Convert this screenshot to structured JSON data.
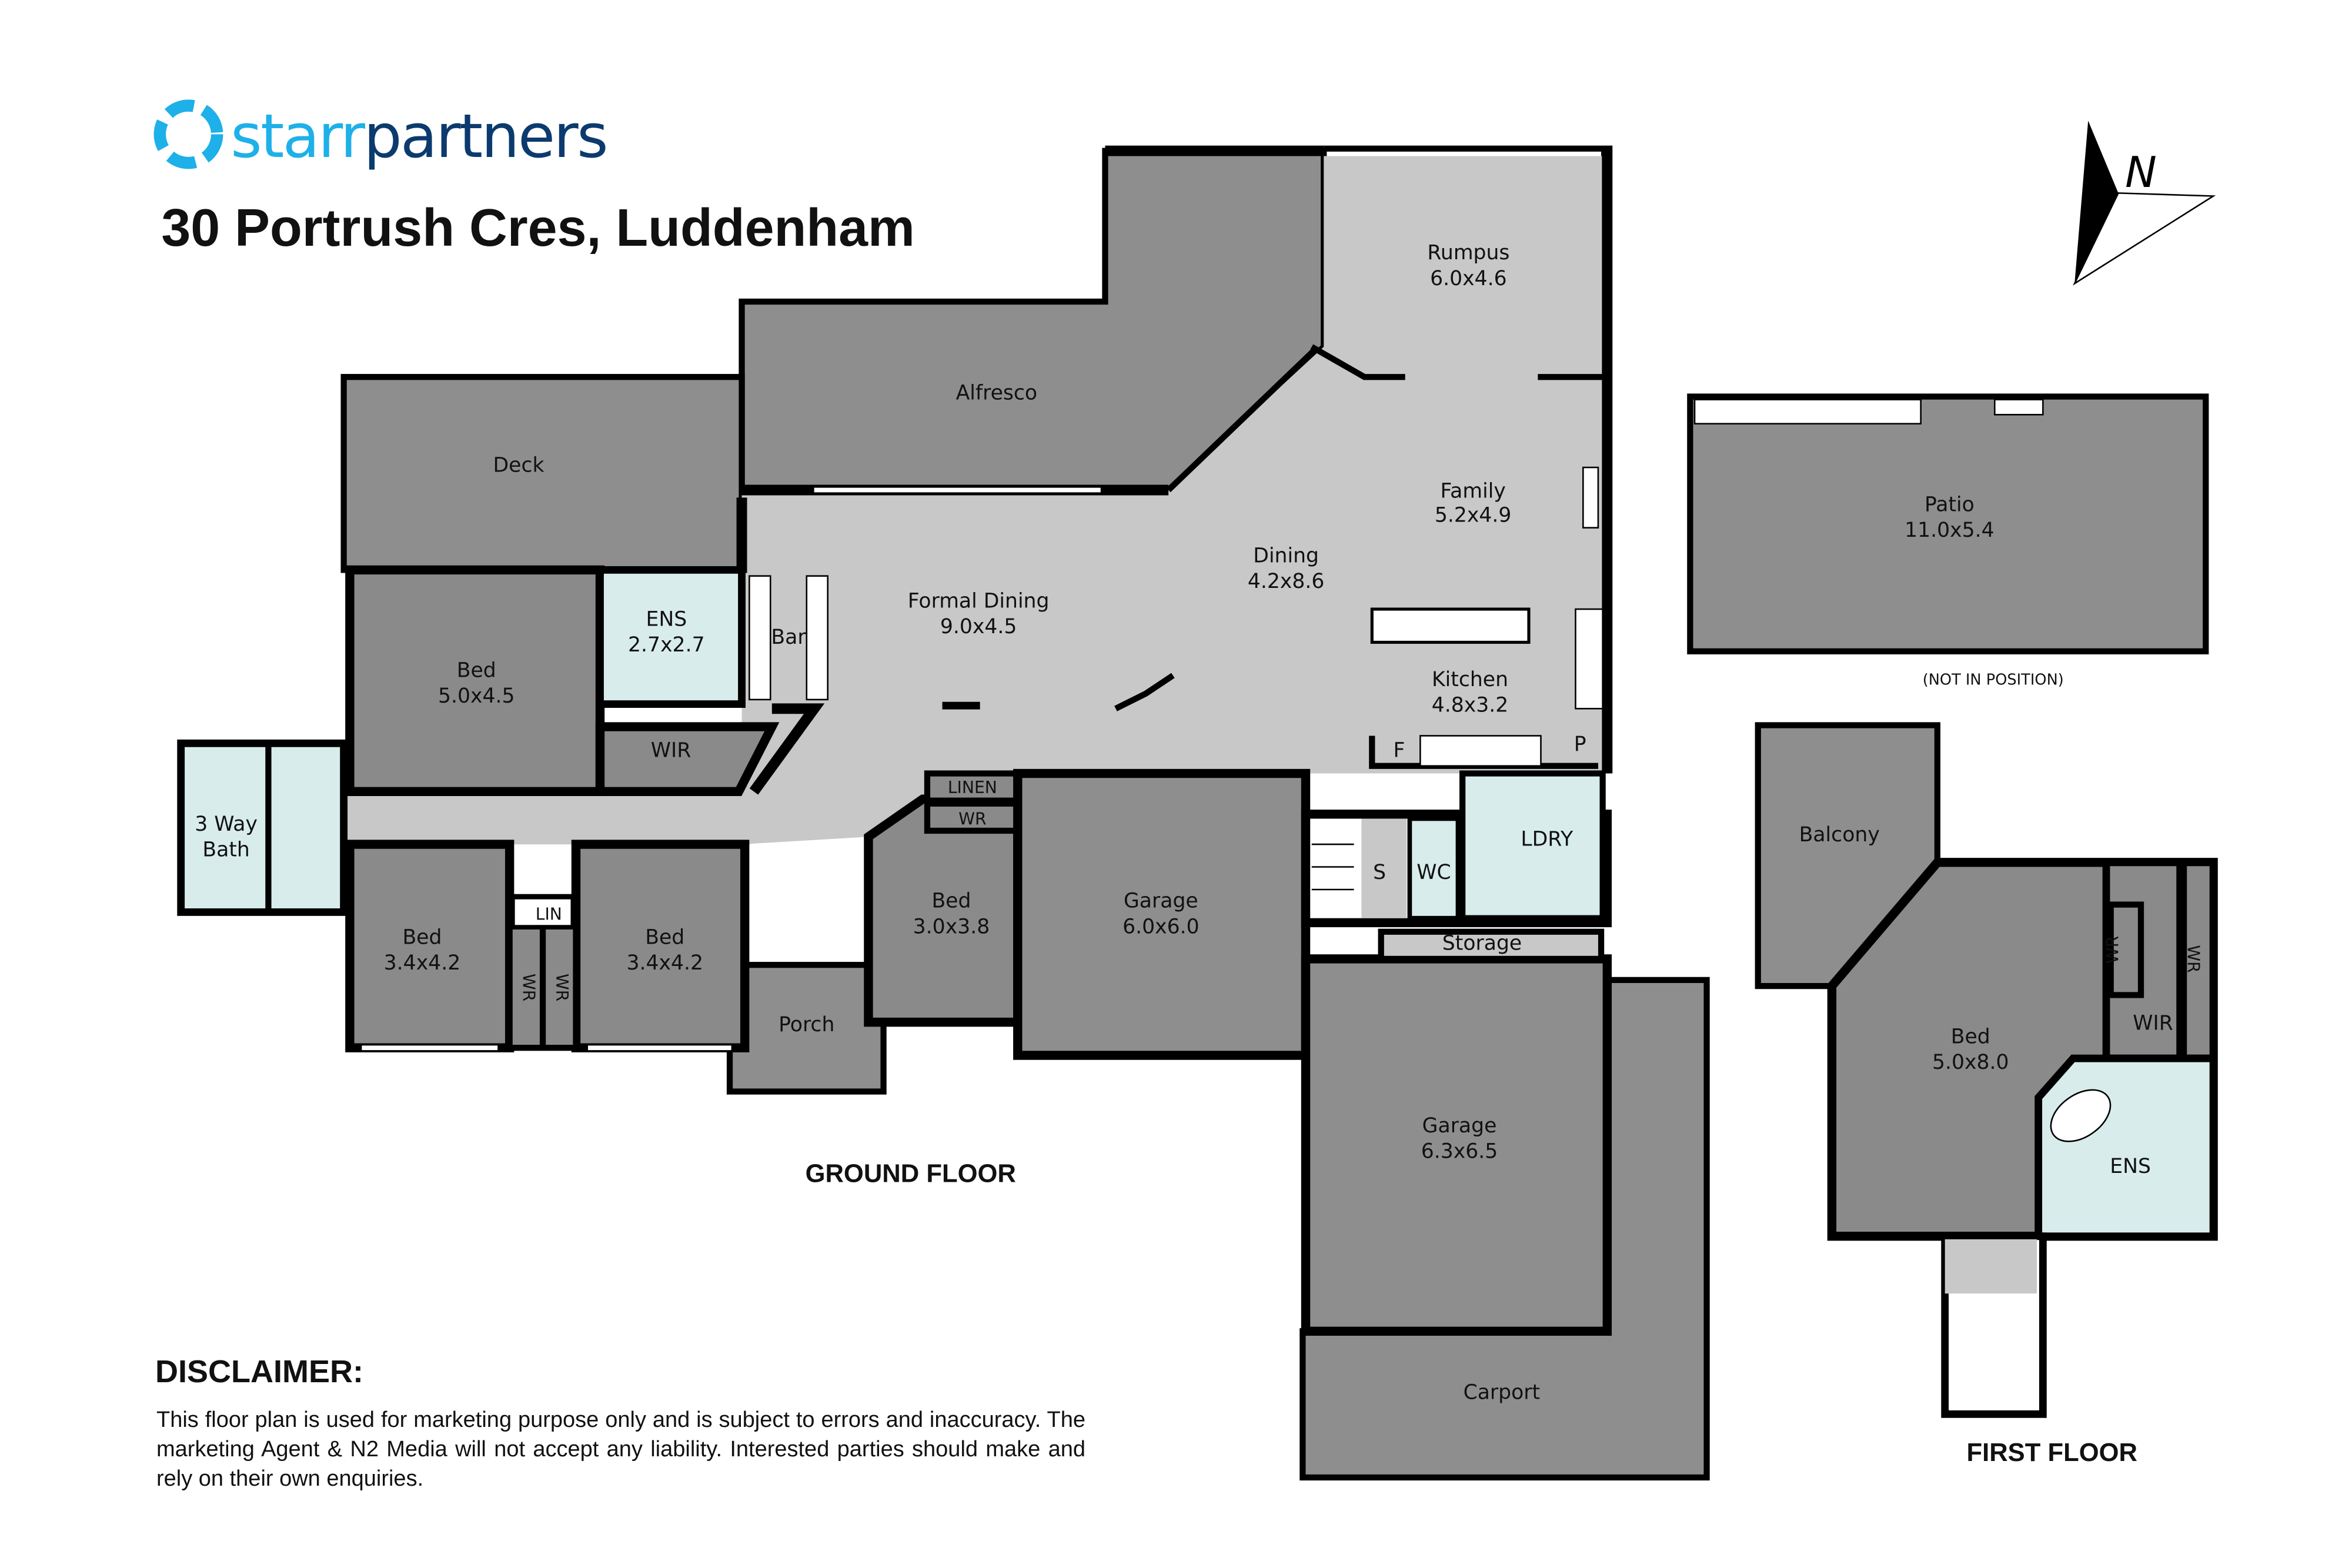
{
  "brand": {
    "name_part1": "starr",
    "name_part2": "partners",
    "accent": "#1eb0e8",
    "dark": "#0b3a6e"
  },
  "address": "30 Portrush Cres, Luddenham",
  "compass": {
    "label": "N"
  },
  "ground_floor": {
    "title": "GROUND FLOOR",
    "rooms": {
      "rumpus": {
        "name": "Rumpus",
        "size": "6.0x4.6"
      },
      "alfresco": {
        "name": "Alfresco"
      },
      "deck": {
        "name": "Deck"
      },
      "family": {
        "name": "Family",
        "size": "5.2x4.9"
      },
      "dining": {
        "name": "Dining",
        "size": "4.2x8.6"
      },
      "formal_dining": {
        "name": "Formal Dining",
        "size": "9.0x4.5"
      },
      "bar": {
        "name": "Bar"
      },
      "ens": {
        "name": "ENS",
        "size": "2.7x2.7"
      },
      "bed_main": {
        "name": "Bed",
        "size": "5.0x4.5"
      },
      "wir": {
        "name": "WIR"
      },
      "bath": {
        "name": "3 Way",
        "name2": "Bath"
      },
      "kitchen": {
        "name": "Kitchen",
        "size": "4.8x3.2"
      },
      "fridge": {
        "name": "F"
      },
      "pantry": {
        "name": "P"
      },
      "linen": {
        "name": "LINEN"
      },
      "wr_hall": {
        "name": "WR"
      },
      "bed_2": {
        "name": "Bed",
        "size": "3.4x4.2"
      },
      "bed_3": {
        "name": "Bed",
        "size": "3.4x4.2"
      },
      "lin": {
        "name": "LIN"
      },
      "wr_a": {
        "name": "WR"
      },
      "wr_b": {
        "name": "WR"
      },
      "bed_4": {
        "name": "Bed",
        "size": "3.0x3.8"
      },
      "porch": {
        "name": "Porch"
      },
      "garage_1": {
        "name": "Garage",
        "size": "6.0x6.0"
      },
      "s": {
        "name": "S"
      },
      "wc": {
        "name": "WC"
      },
      "laundry": {
        "name": "LDRY"
      },
      "storage": {
        "name": "Storage"
      },
      "garage_2": {
        "name": "Garage",
        "size": "6.3x6.5"
      },
      "carport": {
        "name": "Carport"
      }
    }
  },
  "patio": {
    "name": "Patio",
    "size": "11.0x5.4",
    "note": "(NOT IN POSITION)"
  },
  "first_floor": {
    "title": "FIRST  FLOOR",
    "rooms": {
      "balcony": {
        "name": "Balcony"
      },
      "bed": {
        "name": "Bed",
        "size": "5.0x8.0"
      },
      "wr_1": {
        "name": "WR"
      },
      "wr_2": {
        "name": "WR"
      },
      "wir": {
        "name": "WIR"
      },
      "ens": {
        "name": "ENS"
      }
    }
  },
  "disclaimer": {
    "title": "DISCLAIMER:",
    "text": "This floor plan is used for marketing purpose only and is subject to errors and inaccuracy. The marketing Agent & N2 Media will not accept any liability. Interested parties should make and rely on their own enquiries."
  }
}
